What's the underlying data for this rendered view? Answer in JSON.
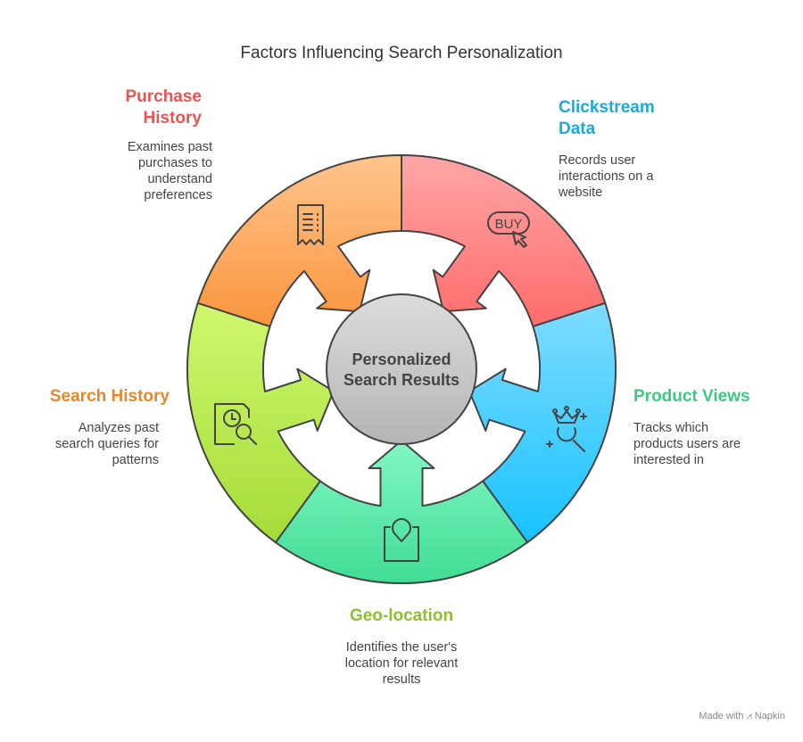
{
  "title": "Factors Influencing Search Personalization",
  "center": {
    "line1": "Personalized",
    "line2": "Search Results"
  },
  "segments": [
    {
      "id": "purchase-history",
      "title_line1": "Purchase",
      "title_line2": "History",
      "desc": [
        "Examines past",
        "purchases to",
        "understand",
        "preferences"
      ],
      "color": "#e85555",
      "grad": [
        "#ffa6a6",
        "#ff6b6b"
      ],
      "icon": "receipt-icon"
    },
    {
      "id": "clickstream-data",
      "title_line1": "Clickstream",
      "title_line2": "Data",
      "desc": [
        "Records user",
        "interactions on a",
        "website"
      ],
      "color": "#1ea8e0",
      "grad": [
        "#7fdcff",
        "#18c2ff"
      ],
      "icon": "buy-click-icon",
      "icon_text": "BUY"
    },
    {
      "id": "product-views",
      "title_line1": "Product Views",
      "desc": [
        "Tracks which",
        "products users are",
        "interested in"
      ],
      "color": "#3ec882",
      "grad": [
        "#82f8c2",
        "#40dc94"
      ],
      "icon": "crown-search-icon"
    },
    {
      "id": "geo-location",
      "title_line1": "Geo-location",
      "desc": [
        "Identifies the user's",
        "location for relevant",
        "results"
      ],
      "color": "#8fbf2a",
      "grad": [
        "#d0f76e",
        "#a4dc38"
      ],
      "icon": "location-pin-icon"
    },
    {
      "id": "search-history",
      "title_line1": "Search History",
      "desc": [
        "Analyzes past",
        "search queries for",
        "patterns"
      ],
      "color": "#e8862e",
      "grad": [
        "#ffc48c",
        "#f9953e"
      ],
      "icon": "search-history-icon"
    }
  ],
  "footer": "Made with ⩘ Napkin"
}
